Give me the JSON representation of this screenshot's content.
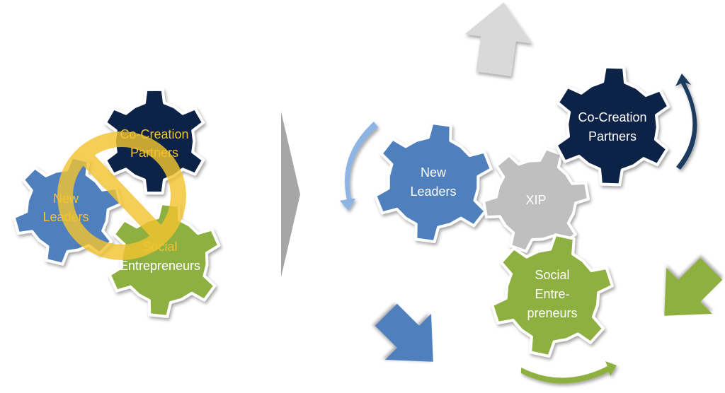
{
  "left_panel": {
    "gears": {
      "co_creation": {
        "line1": "Co-Creation",
        "line2": "Partners",
        "color": "#0f2447"
      },
      "new_leaders": {
        "line1": "New",
        "line2": "Leaders",
        "color": "#4f80bd"
      },
      "social": {
        "line1": "Social",
        "line2": "Entrepreneurs",
        "color": "#8db03f"
      }
    },
    "prohibit_symbol": {
      "icon": "prohibit-icon",
      "color": "#f2c431"
    }
  },
  "divider": {
    "icon": "chevron-right-icon",
    "color": "#a6a6a6"
  },
  "right_panel": {
    "gears": {
      "new_leaders": {
        "line1": "New",
        "line2": "Leaders",
        "color": "#4f80bd"
      },
      "xip": {
        "line1": "XIP",
        "color": "#bfbfbf"
      },
      "co_creation": {
        "line1": "Co-Creation",
        "line2": "Partners",
        "color": "#0f2447"
      },
      "social": {
        "line1": "Social",
        "line2": "Entre-",
        "line3": "preneurs",
        "color": "#8db03f"
      }
    },
    "arrows": {
      "up": {
        "icon": "arrow-up-icon",
        "color": "#d9d9d9"
      },
      "down_left": {
        "icon": "arrow-down-left-icon",
        "color": "#4f80bd"
      },
      "down_right": {
        "icon": "arrow-down-right-icon",
        "color": "#8db03f"
      },
      "curved_left": {
        "icon": "curved-arrow-down-icon",
        "color": "#8db4e2"
      },
      "curved_right": {
        "icon": "curved-arrow-up-icon",
        "color": "#1f3a60"
      },
      "curved_bottom": {
        "icon": "curved-arrow-right-icon",
        "color": "#8db03f"
      }
    }
  }
}
